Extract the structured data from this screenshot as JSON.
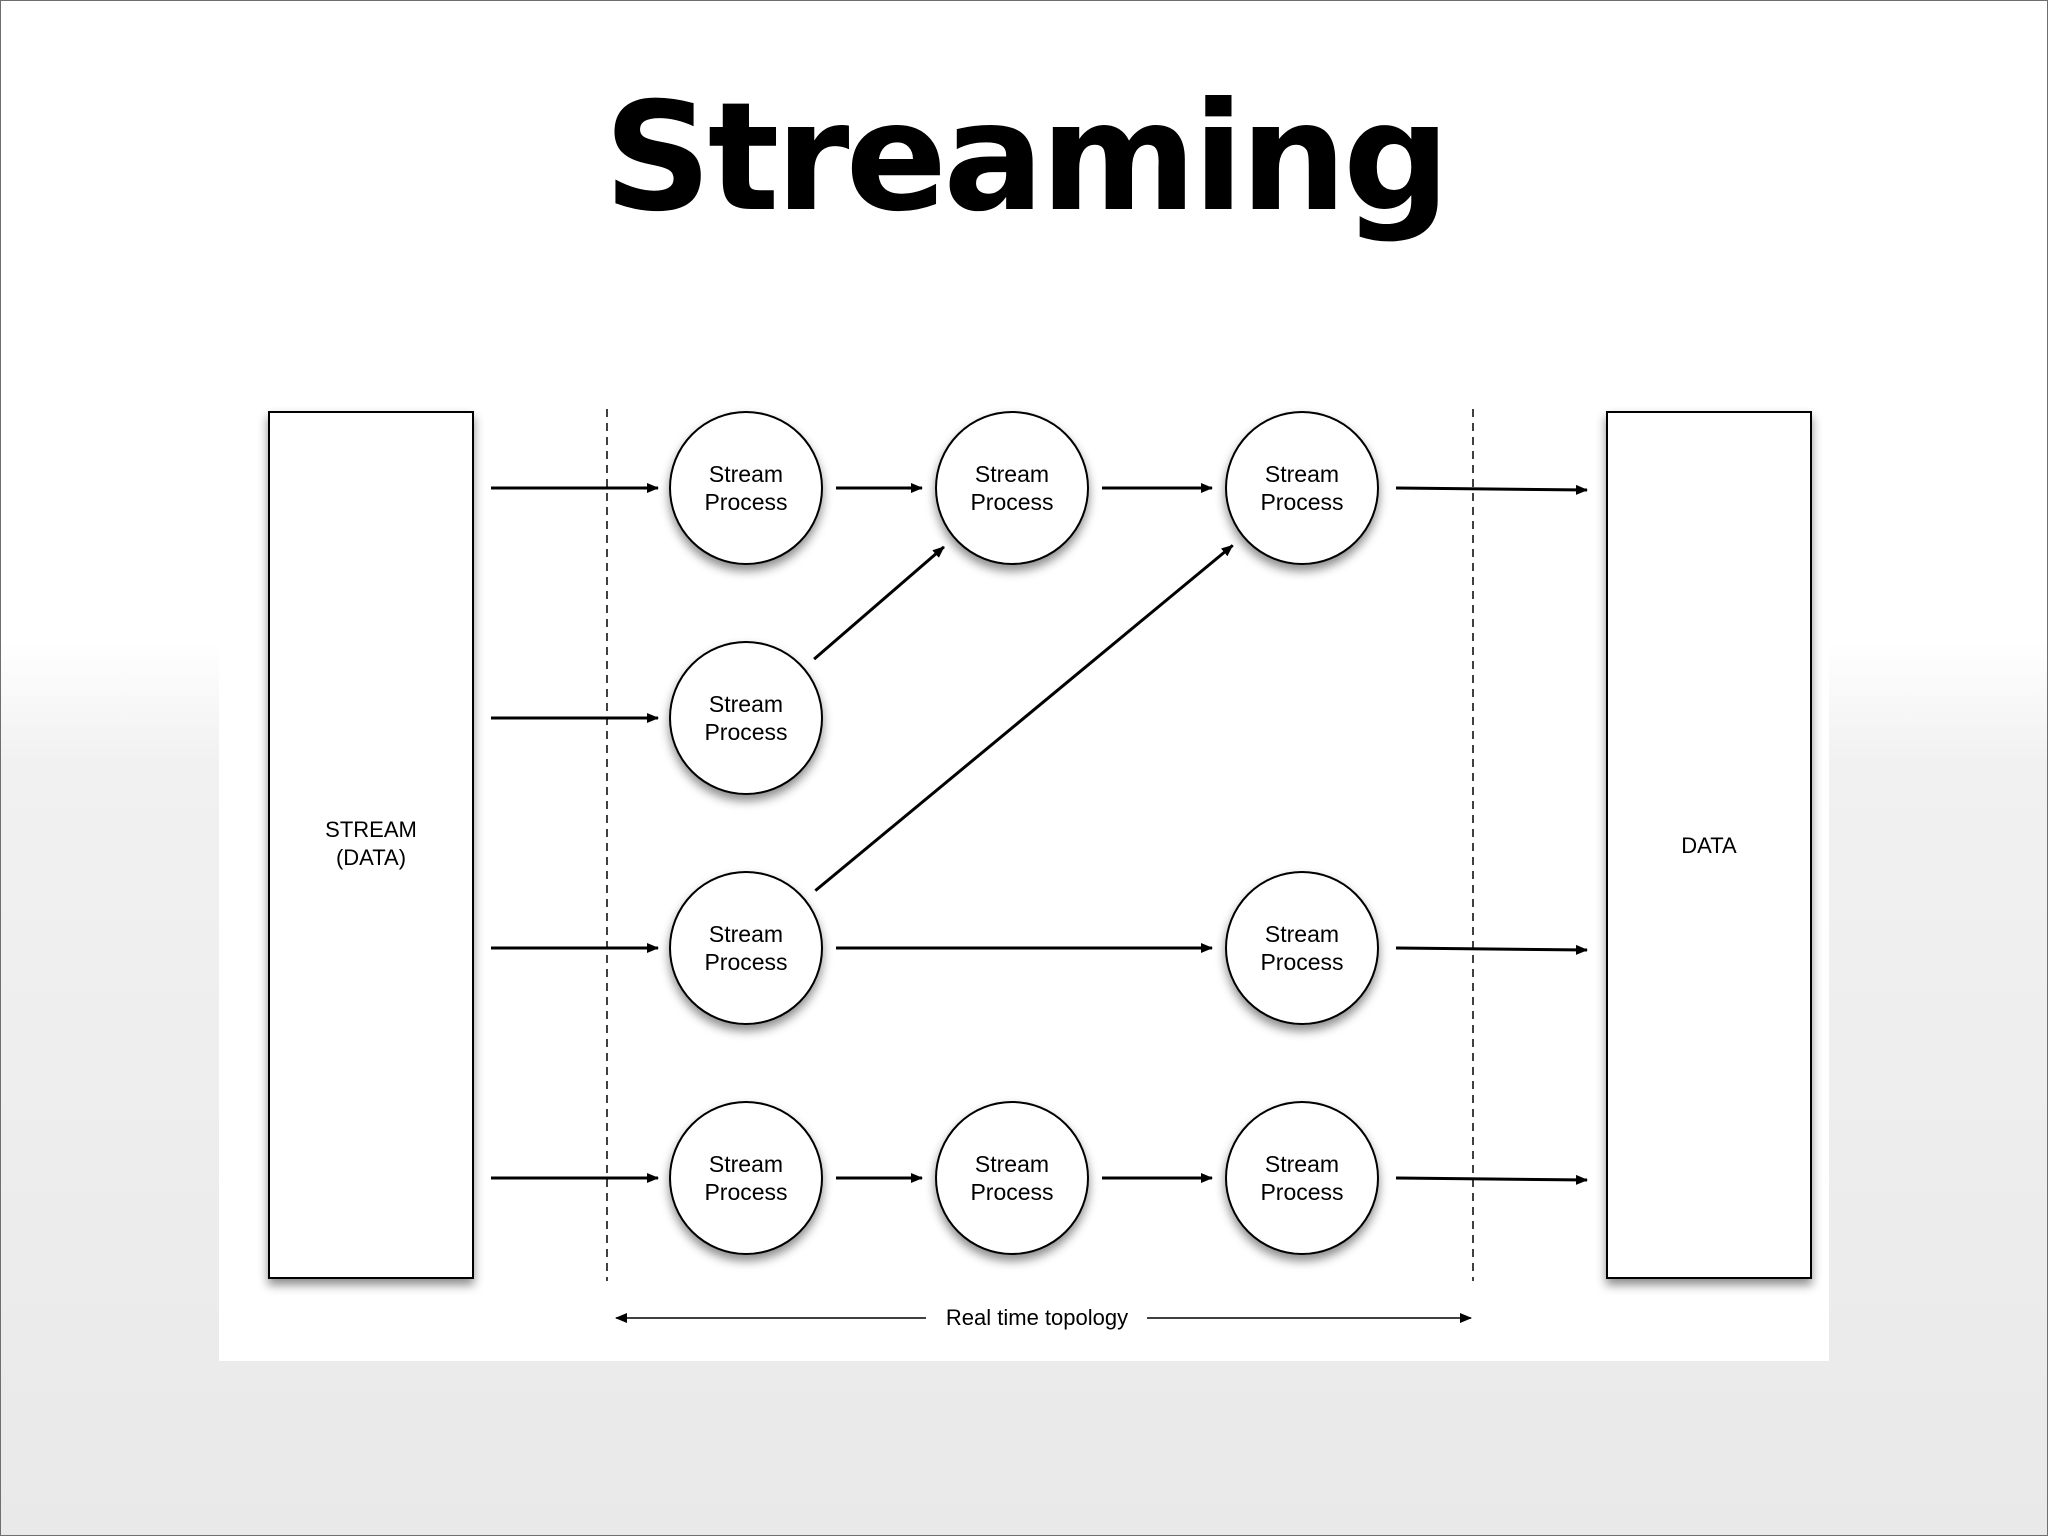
{
  "slide": {
    "title": "Streaming"
  },
  "diagram": {
    "source_box": {
      "line1": "STREAM",
      "line2": "(DATA)"
    },
    "sink_box": {
      "label": "DATA"
    },
    "process_label": {
      "line1": "Stream",
      "line2": "Process"
    },
    "topology_label": "Real time topology",
    "nodes": [
      {
        "id": "p1",
        "col": 1,
        "row": 1
      },
      {
        "id": "p2",
        "col": 1,
        "row": 2
      },
      {
        "id": "p3",
        "col": 1,
        "row": 3
      },
      {
        "id": "p4",
        "col": 1,
        "row": 4
      },
      {
        "id": "m1",
        "col": 2,
        "row": 1
      },
      {
        "id": "m4",
        "col": 2,
        "row": 4
      },
      {
        "id": "r1",
        "col": 3,
        "row": 1
      },
      {
        "id": "r3",
        "col": 3,
        "row": 3
      },
      {
        "id": "r4",
        "col": 3,
        "row": 4
      }
    ],
    "edges": [
      {
        "from": "source",
        "to": "p1"
      },
      {
        "from": "source",
        "to": "p2"
      },
      {
        "from": "source",
        "to": "p3"
      },
      {
        "from": "source",
        "to": "p4"
      },
      {
        "from": "p1",
        "to": "m1"
      },
      {
        "from": "p2",
        "to": "m1"
      },
      {
        "from": "m1",
        "to": "r1"
      },
      {
        "from": "p3",
        "to": "r1"
      },
      {
        "from": "p3",
        "to": "r3"
      },
      {
        "from": "p4",
        "to": "m4"
      },
      {
        "from": "m4",
        "to": "r4"
      },
      {
        "from": "r1",
        "to": "sink"
      },
      {
        "from": "r3",
        "to": "sink"
      },
      {
        "from": "r4",
        "to": "sink"
      }
    ]
  }
}
